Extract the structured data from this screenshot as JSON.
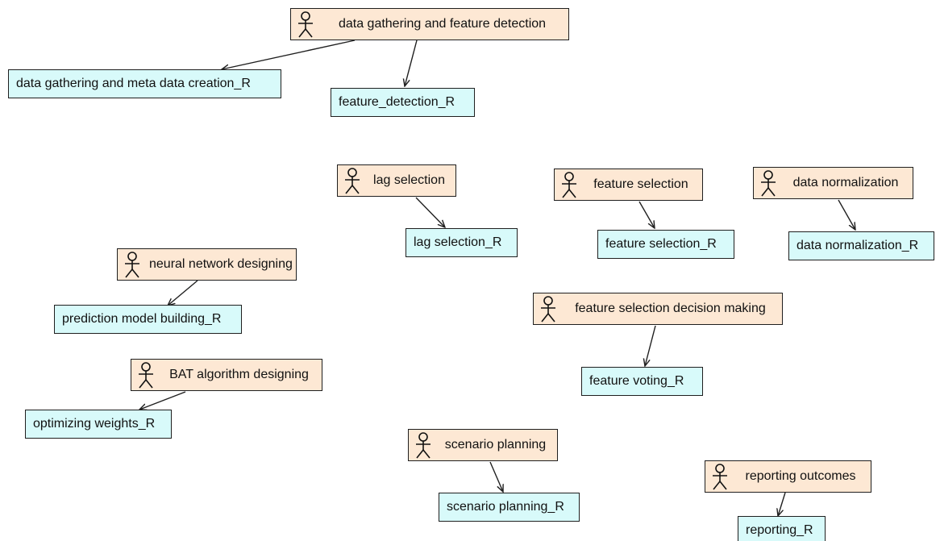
{
  "agents": {
    "a1": "data gathering and feature detection",
    "a2": "lag selection",
    "a3": "feature selection",
    "a4": "data normalization",
    "a5": "neural network designing",
    "a6": "feature selection decision making",
    "a7": "BAT algorithm designing",
    "a8": "scenario planning",
    "a9": "reporting outcomes"
  },
  "resources": {
    "r1": "data gathering and meta data creation_R",
    "r2": "feature_detection_R",
    "r3": "lag selection_R",
    "r4": "feature selection_R",
    "r5": "data normalization_R",
    "r6": "prediction model building_R",
    "r7": "feature voting_R",
    "r8": "optimizing weights_R",
    "r9": "scenario planning_R",
    "r10": "reporting_R"
  },
  "icons": {
    "agent": "person-icon"
  },
  "colors": {
    "agent_fill": "#fde8d4",
    "resource_fill": "#d8fafa",
    "border": "#1f1f1f"
  }
}
